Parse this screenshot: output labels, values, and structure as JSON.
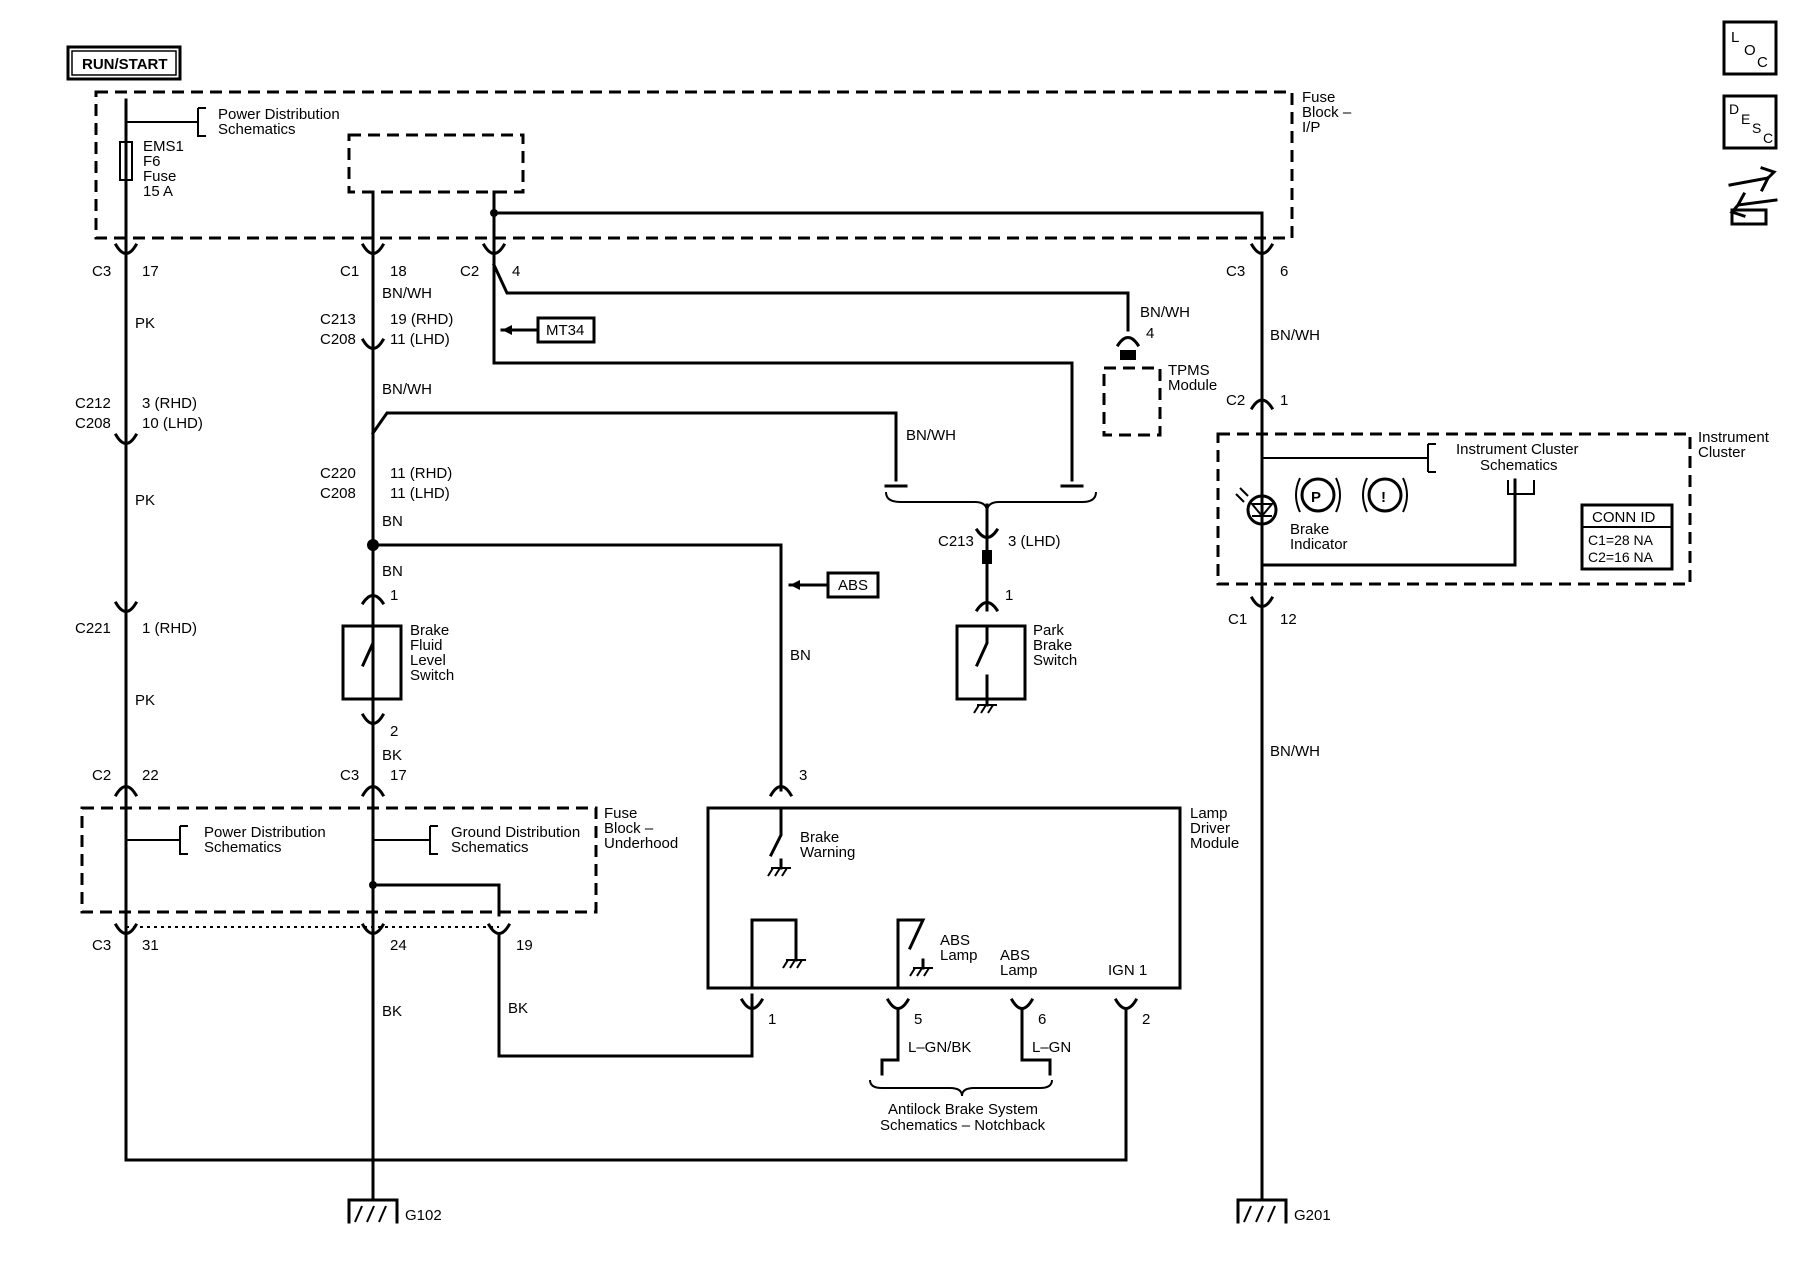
{
  "power_label": "RUN/START",
  "nav_icons": {
    "loc_letters": [
      "L",
      "O",
      "C"
    ],
    "desc_letters": [
      "D",
      "E",
      "S",
      "C"
    ],
    "wiring_icon": "connector-arrows-icon"
  },
  "fuse_block_ip": {
    "title": [
      "Fuse",
      "Block –",
      "I/P"
    ],
    "fuse": [
      "EMS1",
      "F6",
      "Fuse",
      "15 A"
    ],
    "power_dist_ref": [
      "Power Distribution",
      "Schematics"
    ]
  },
  "connectors_top": {
    "c3_17": [
      "C3",
      "17"
    ],
    "c1_18": [
      "C1",
      "18"
    ],
    "c2_4": [
      "C2",
      "4"
    ],
    "c3_6": [
      "C3",
      "6"
    ]
  },
  "wires": {
    "pk": "PK",
    "bn_wh": "BN/WH",
    "bn": "BN",
    "bk": "BK",
    "l_gn_bk": "L–GN/BK",
    "l_gn": "L–GN"
  },
  "splices": {
    "c213_c208_a": [
      "C213",
      "C208",
      "19 (RHD)",
      "11 (LHD)"
    ],
    "c212_c208": [
      "C212",
      "C208",
      "3 (RHD)",
      "10 (LHD)"
    ],
    "c220_c208": [
      "C220",
      "C208",
      "11 (RHD)",
      "11 (LHD)"
    ],
    "c221": [
      "C221",
      "1 (RHD)"
    ],
    "c213_lhd": [
      "C213",
      "3 (LHD)"
    ],
    "c2_1": [
      "C2",
      "1"
    ],
    "c1_12": [
      "C1",
      "12"
    ]
  },
  "refs": {
    "mt34": "MT34",
    "abs": "ABS"
  },
  "tpms": {
    "pin": "4",
    "name": [
      "TPMS",
      "Module"
    ]
  },
  "brake_fluid_switch": {
    "pin_top": "1",
    "pin_bottom": "2",
    "name": [
      "Brake",
      "Fluid",
      "Level",
      "Switch"
    ]
  },
  "park_brake_switch": {
    "pin": "1",
    "name": [
      "Park",
      "Brake",
      "Switch"
    ]
  },
  "instrument_cluster": {
    "title": [
      "Instrument",
      "Cluster"
    ],
    "ref": [
      "Instrument Cluster",
      "Schematics"
    ],
    "indicator": [
      "Brake",
      "Indicator"
    ],
    "park_symbol": "P",
    "warn_symbol": "!",
    "conn_id_title": "CONN ID",
    "conn_id_rows": [
      "C1=28 NA",
      "C2=16 NA"
    ]
  },
  "fuse_block_underhood": {
    "title": [
      "Fuse",
      "Block –",
      "Underhood"
    ],
    "power_ref": [
      "Power Distribution",
      "Schematics"
    ],
    "ground_ref": [
      "Ground Distribution",
      "Schematics"
    ],
    "top_connectors": {
      "c2_22": [
        "C2",
        "22"
      ],
      "c3_17": [
        "C3",
        "17"
      ]
    },
    "bottom_connectors": {
      "c3": "C3",
      "p31": "31",
      "p24": "24",
      "p19": "19"
    }
  },
  "lamp_driver_module": {
    "title": [
      "Lamp",
      "Driver",
      "Module"
    ],
    "brake_warning": [
      "Brake",
      "Warning"
    ],
    "abs_lamp_switch": [
      "ABS",
      "Lamp"
    ],
    "abs_lamp": [
      "ABS",
      "Lamp"
    ],
    "ign": "IGN 1",
    "pins": {
      "p3": "3",
      "p1": "1",
      "p5": "5",
      "p6": "6",
      "p2": "2"
    }
  },
  "abs_ref": [
    "Antilock Brake System",
    "Schematics – Notchback"
  ],
  "grounds": {
    "g102": "G102",
    "g201": "G201"
  }
}
